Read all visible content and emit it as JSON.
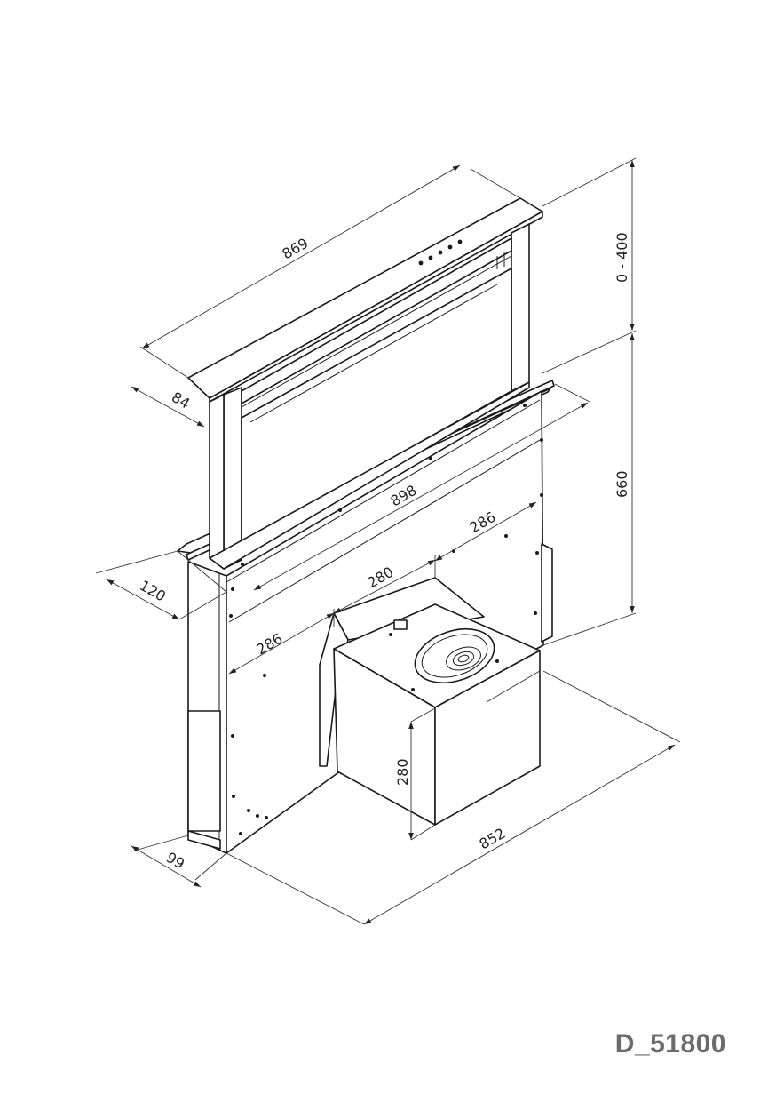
{
  "dimensions": {
    "width_869": "869",
    "depth_84": "84",
    "lift_0_400": "0 - 400",
    "height_660": "660",
    "width_898": "898",
    "side_286_upper": "286",
    "outlet_280": "280",
    "side_286_lower": "286",
    "depth_120": "120",
    "motor_280": "280",
    "depth_852": "852",
    "depth_99": "99"
  },
  "document_code": "D_51800",
  "colors": {
    "line": "#1a1a1a",
    "code_text": "#6b6b6b"
  }
}
